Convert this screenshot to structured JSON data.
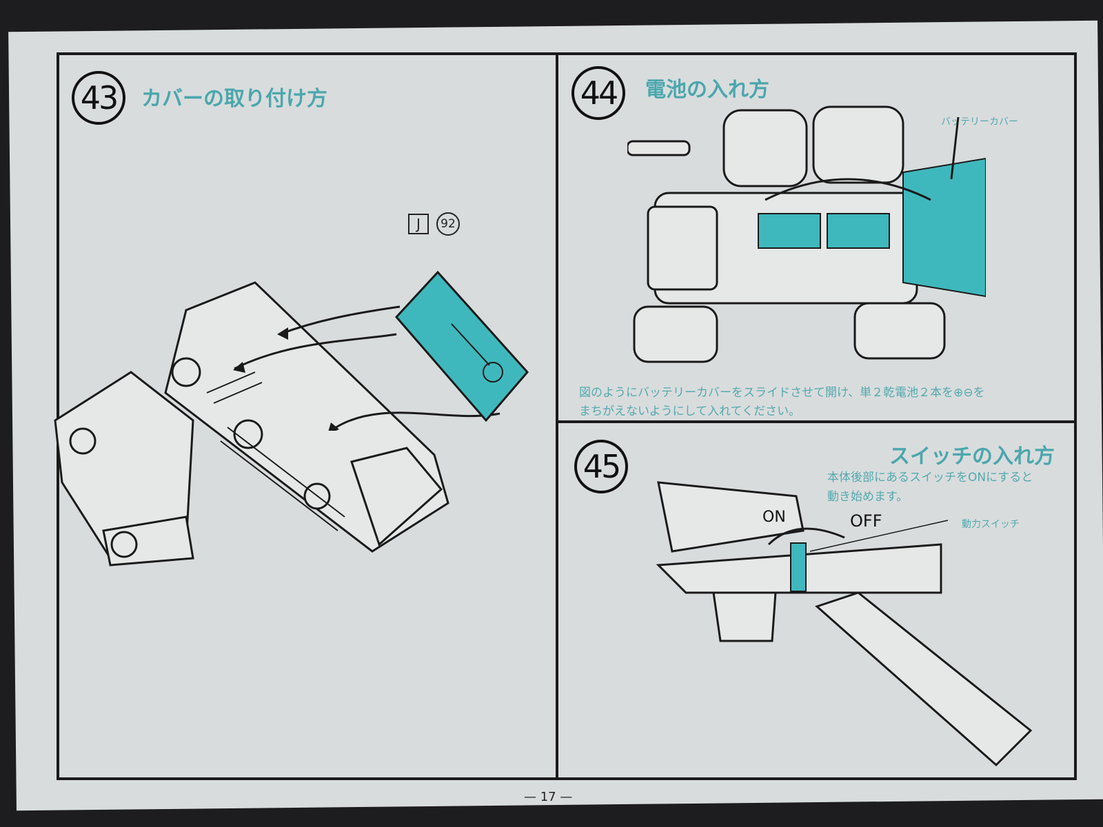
{
  "page_number": "— 17 —",
  "step43": {
    "number": "43",
    "title": "カバーの取り付け方",
    "part_letter": "J",
    "part_number": "92"
  },
  "step44": {
    "number": "44",
    "title": "電池の入れ方",
    "callout": "バッテリーカバー",
    "instruction_line1": "図のようにバッテリーカバーをスライドさせて開け、単２乾電池２本を⊕⊖を",
    "instruction_line2": "まちがえないようにして入れてください。"
  },
  "step45": {
    "number": "45",
    "title": "スイッチの入れ方",
    "instruction_line1": "本体後部にあるスイッチをONにすると",
    "instruction_line2": "動き始めます。",
    "on_label": "ON",
    "off_label": "OFF",
    "switch_callout": "動力スイッチ"
  },
  "colors": {
    "accent": "#4aa7ad",
    "line": "#1a1a1a",
    "paper": "#d9dcdd"
  }
}
